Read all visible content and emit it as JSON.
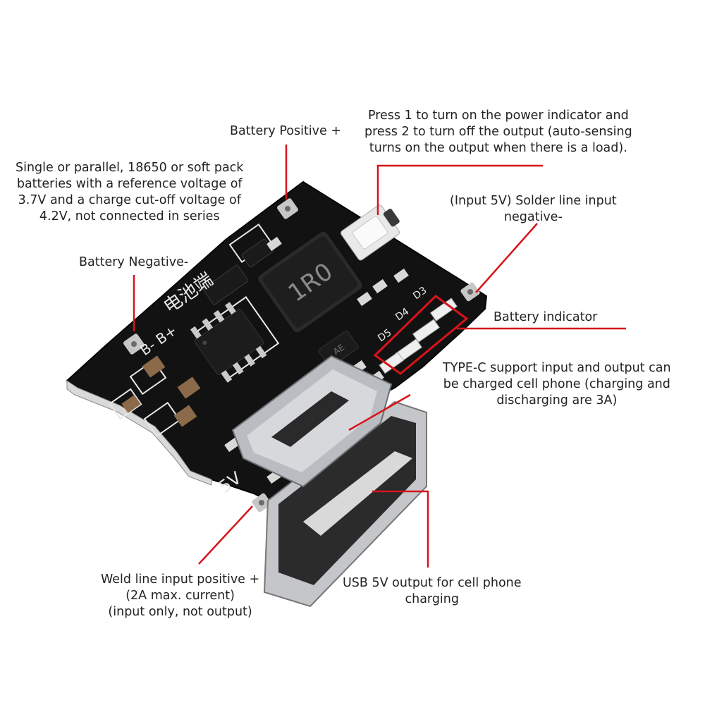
{
  "labels": {
    "battery_positive": "Battery Positive +",
    "press_button": [
      "Press 1 to turn on the power indicator and",
      "press 2 to turn off the output (auto-sensing",
      "turns on the output when there is a load)."
    ],
    "battery_spec": [
      "Single or parallel, 18650 or soft pack",
      "batteries with a reference voltage of",
      "3.7V and a charge cut-off voltage of",
      "4.2V, not connected in series"
    ],
    "input_negative": [
      "(Input 5V) Solder line input",
      "negative-"
    ],
    "battery_negative": "Battery Negative-",
    "battery_indicator": "Battery indicator",
    "type_c": [
      "TYPE-C support input and output can",
      "be charged cell phone (charging and",
      "discharging are 3A)"
    ],
    "weld_positive": [
      "Weld line input positive +",
      "(2A max. current)",
      "(input only, not output)"
    ],
    "usb_output": [
      "USB 5V output for cell phone",
      "charging"
    ]
  },
  "pcb_markings": {
    "inductor": "1R0",
    "chinese": "电池端",
    "pads_left": "B-  B+",
    "pad_5v": "5V",
    "led_labels": [
      "D3",
      "D4",
      "D5"
    ],
    "ic_small": "AE"
  },
  "colors": {
    "pointer": "#d7141a",
    "pcb": "#121212",
    "silkscreen": "#e8e8e8",
    "metal": "#b9bcc0",
    "led_highlight": "#d7141a"
  }
}
